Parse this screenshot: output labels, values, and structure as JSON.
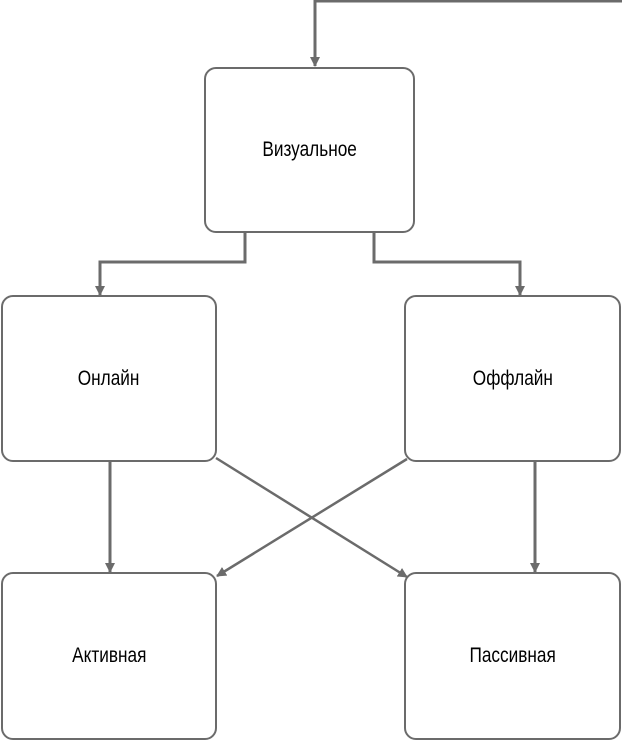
{
  "diagram": {
    "line_color": "#6b6b6b",
    "nodes": {
      "visual": "Визуальное",
      "online": "Онлайн",
      "offline": "Оффлайн",
      "active": "Активная",
      "passive": "Пассивная"
    },
    "edges": [
      {
        "from": "external",
        "to": "visual"
      },
      {
        "from": "visual",
        "to": "online"
      },
      {
        "from": "visual",
        "to": "offline"
      },
      {
        "from": "online",
        "to": "active"
      },
      {
        "from": "online",
        "to": "passive"
      },
      {
        "from": "offline",
        "to": "active"
      },
      {
        "from": "offline",
        "to": "passive"
      }
    ]
  }
}
